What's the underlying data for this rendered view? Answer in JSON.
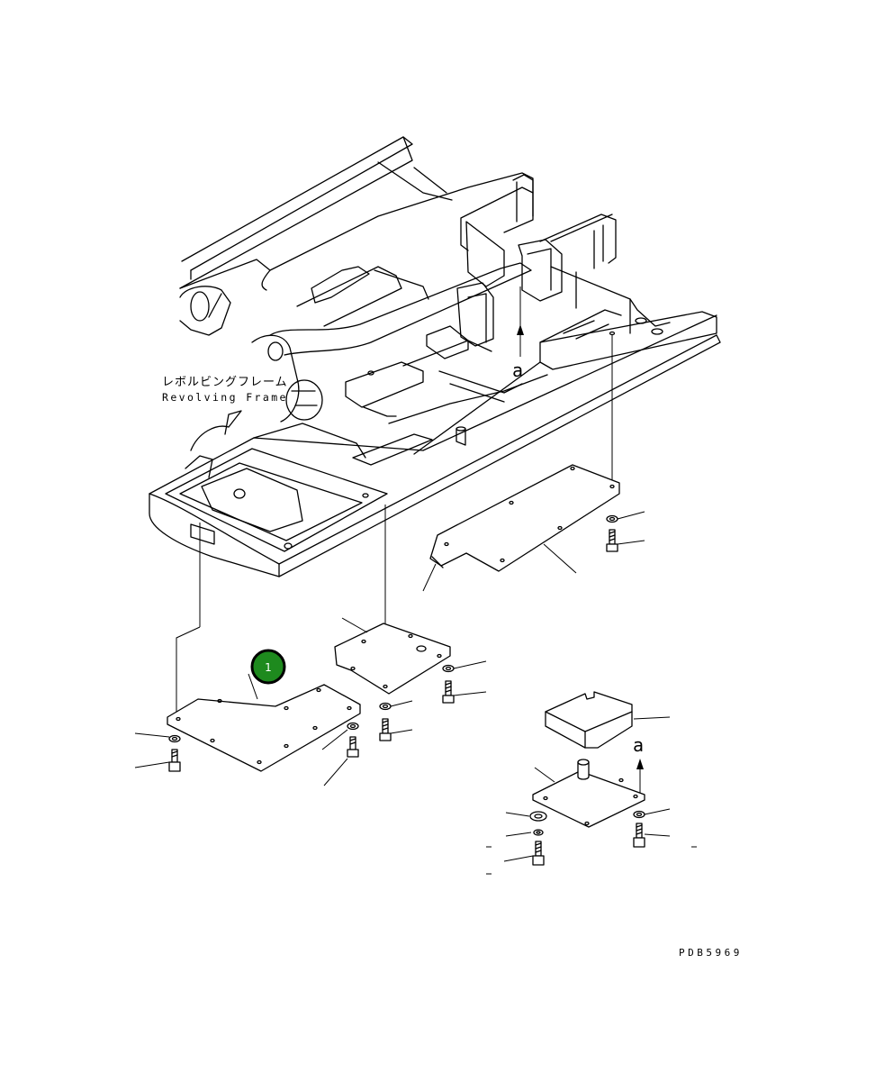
{
  "labels": {
    "frame_jp": "レボルビングフレーム",
    "frame_en": "Revolving Frame",
    "view_a_upper": "a",
    "view_a_lower": "a",
    "drawing_no": "PDB5969"
  },
  "callouts": [
    {
      "number": "1",
      "color": "#1e8a1e"
    }
  ]
}
